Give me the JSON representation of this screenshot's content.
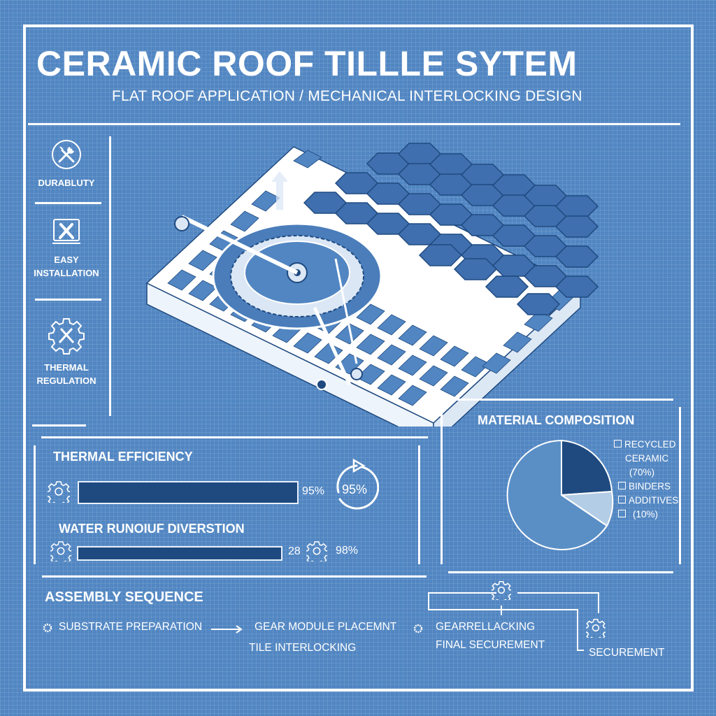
{
  "header": {
    "title": "CERAMIC ROOF TILLLE SYTEM",
    "subtitle": "FLAT ROOF APPLICATION / MECHANICAL INTERLOCKING DESIGN"
  },
  "sidebar": {
    "items": [
      {
        "label_line1": "DURABLUTY",
        "label_line2": "",
        "icon": "wrench-screwdriver-circle-icon"
      },
      {
        "label_line1": "EASY",
        "label_line2": "INSTALLATION",
        "icon": "wrench-screwdriver-laptop-icon"
      },
      {
        "label_line1": "THERMAL",
        "label_line2": "REGULATION",
        "icon": "wrench-screwdriver-gear-icon"
      }
    ]
  },
  "illustration": {
    "description": "Isometric roof grid substrate with gear interlocking mechanism and hexagonal ceramic tiles",
    "colors": {
      "tile": "#3f6fae",
      "grid": "#ffffff",
      "gear": "#4a7dba"
    }
  },
  "metrics": {
    "thermal": {
      "title": "THERMAL EFFICIENCY",
      "bar_label": "95%",
      "ring_label": "95%",
      "value": 95
    },
    "water": {
      "title": "WATER RUNOIUF DIVERSTION",
      "bar_label": "28",
      "value_label": "98%",
      "value": 98
    }
  },
  "chart_data": {
    "type": "pie",
    "title": "MATERIAL COMPOSITION",
    "categories": [
      "RECYCLED CERAMIC",
      "BINDERS",
      "ADDITIVES"
    ],
    "values": [
      70,
      20,
      10
    ],
    "legend": [
      "RECYCLED",
      "CERAMIC",
      "(70%)",
      "BINDERS",
      "ADDITIVES",
      "(10%)"
    ],
    "colors": [
      "#5a8fc6",
      "#1f4a80",
      "#b4cde6"
    ],
    "legend_position": "right"
  },
  "assembly": {
    "title": "ASSEMBLY SEQUENCE",
    "steps": {
      "s1": "SUBSTRATE PREPARATION",
      "s2": "GEAR MODULE PLACEMNT",
      "s3": "TILE INTERLOCKING",
      "s4": "GEARRELLACKING",
      "s5": "FINAL SECUREMENT",
      "s6": "SECUREMENT"
    }
  },
  "colors": {
    "background": "#5186c2",
    "line": "#ffffff",
    "bar_fill": "#1f4a80"
  }
}
